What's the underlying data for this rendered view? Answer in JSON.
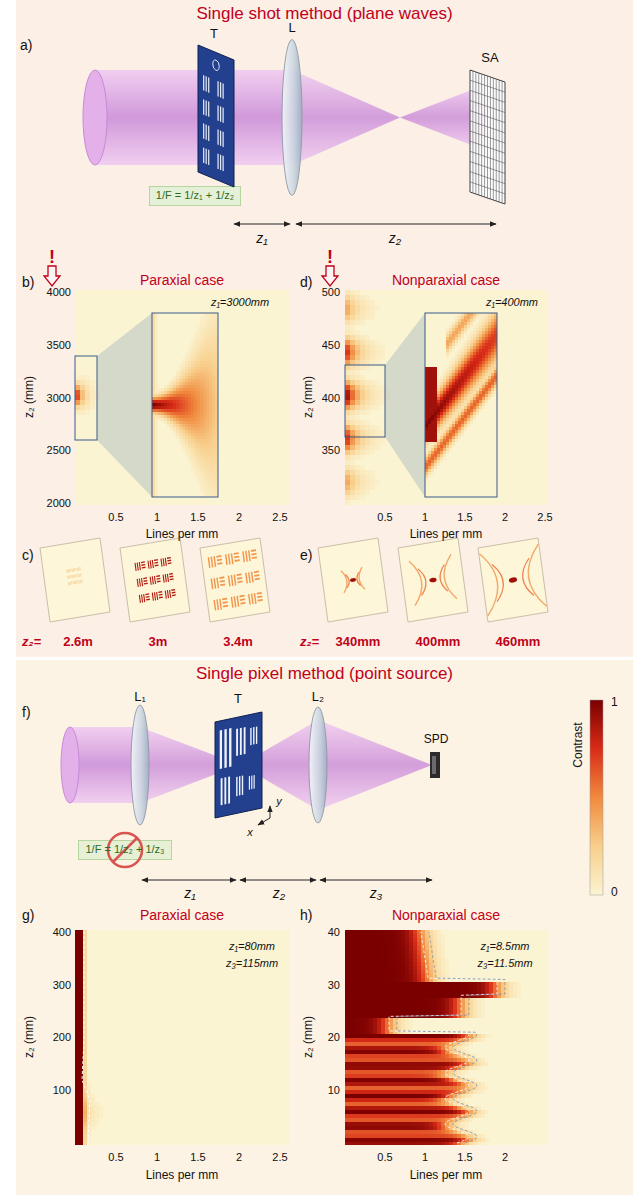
{
  "diagram": {
    "nodes": [
      {
        "text": [
          "Single shot method (plane waves)"
        ]
      },
      {
        "text": [
          "1/F = 1/z₁ + 1/z₂"
        ],
        "in": 0
      },
      {
        "text": [
          "Single pixel method (point source)"
        ]
      },
      {
        "text": [
          "1/F = 1/z₂ + 1/z₃"
        ],
        "in": 2
      }
    ],
    "labels": [
      "a)",
      "T",
      "L",
      "SA",
      "z₁",
      "z₂",
      "!",
      "b)",
      "Paraxial case",
      "z₁=3000mm",
      "4000",
      "3500",
      "3000",
      "2500",
      "2000",
      "z₂ (mm)",
      "0.5",
      "1",
      "1.5",
      "2",
      "2.5",
      "Lines per mm",
      "!",
      "d)",
      "Nonparaxial case",
      "z₁=400mm",
      "500",
      "450",
      "400",
      "350",
      "z₂ (mm)",
      "0.5",
      "1",
      "1.5",
      "2",
      "2.5",
      "Lines per mm",
      "c)",
      "z₂=",
      "2.6m",
      "3m",
      "3.4m",
      "e)",
      "z₂=",
      "340mm",
      "400mm",
      "460mm",
      "Contrast",
      "1",
      "0",
      "f)",
      "L₁",
      "T",
      "L₂",
      "SPD",
      "y",
      "x",
      "z₁",
      "z₂",
      "z₃",
      "g)",
      "Paraxial case",
      "z₁=80mm",
      "z₃=115mm",
      "400",
      "300",
      "200",
      "100",
      "z₂ (mm)",
      "0.5",
      "1",
      "1.5",
      "2",
      "2.5",
      "Lines per mm",
      "h)",
      "Nonparaxial case",
      "z₁=8.5mm",
      "z₃=11.5mm",
      "40",
      "30",
      "20",
      "10",
      "z₂ (mm)",
      "0.5",
      "1",
      "1.5",
      "2",
      "Lines per mm"
    ]
  }
}
